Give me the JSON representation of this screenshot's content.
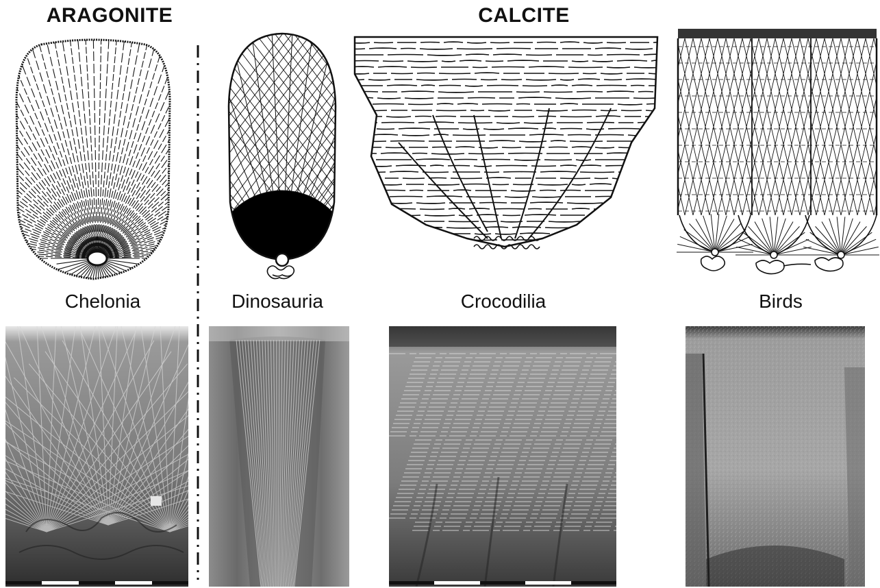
{
  "headings": {
    "aragonite": "ARAGONITE",
    "calcite": "CALCITE"
  },
  "taxa": [
    {
      "key": "chelonia",
      "label": "Chelonia"
    },
    {
      "key": "dinosauria",
      "label": "Dinosauria"
    },
    {
      "key": "crocodilia",
      "label": "Crocodilia"
    },
    {
      "key": "birds",
      "label": "Birds"
    }
  ],
  "colors": {
    "ink": "#111111",
    "sem_dark": "#3a3a3a",
    "sem_mid": "#8a8a8a",
    "sem_light": "#d0d0d0"
  }
}
